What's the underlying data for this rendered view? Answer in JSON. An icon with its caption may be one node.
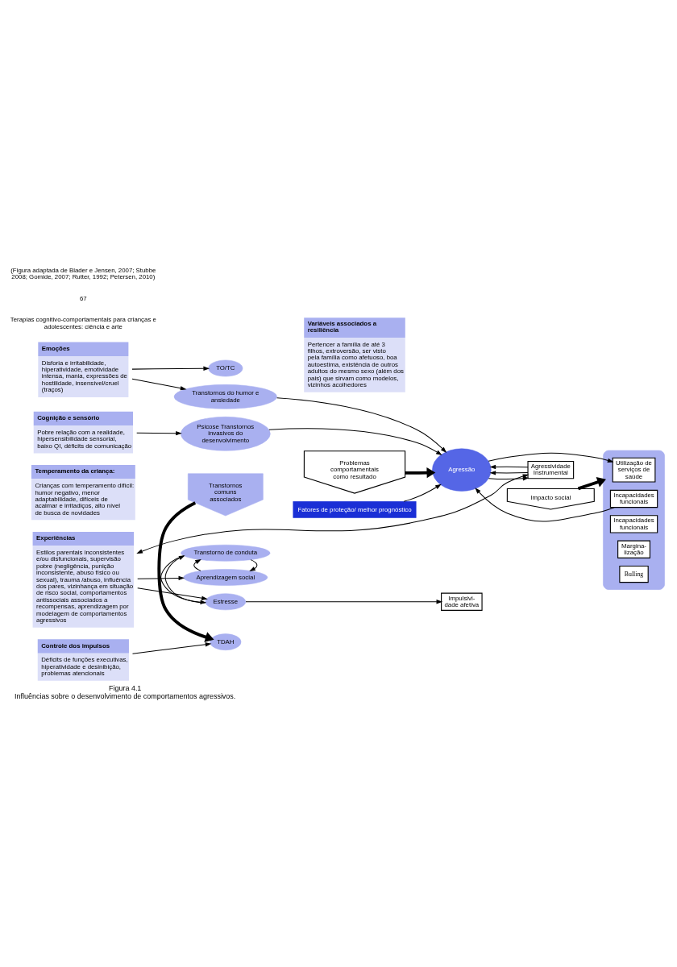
{
  "diagram": {
    "title": "Figura 4.1",
    "caption": "Influências sobre o desenvolvimento de comportamentos agressivos.",
    "nodes": [
      {
        "text": [
          "Temperamento da criança:",
          "Crianças com temperamento difícil: humor negativo, menor adaptabilidade, difíceis de acalmar e irritadiços, alto nível de busca de novidades"
        ]
      },
      {
        "text": [
          "Controle dos impulsos",
          "Déficits de funções executivas, hiperatividade e desinibição, problemas atencionais"
        ]
      },
      {
        "text": [
          "Emoções",
          "Disforia e irritabilidade, hiperatividade, emotividade intensa, mania, expressões de hostilidade, insensível/cruel (traços)"
        ]
      },
      {
        "text": [
          "Experiências",
          "Estilos parentais inconsistentes e/ou disfuncionais, supervisão pobre (negligência, punição inconsistente, abuso físico ou sexual), trauma /abuso, influência dos pares, vizinhança em situação de risco social, comportamentos antissociais associados a recompensas, aprendizagem por modelagem de comportamentos agressivos"
        ]
      },
      {
        "text": [
          "Cognição e sensório",
          "Pobre relação com a realidade, hipersensibilidade sensorial, baixo QI, déficits de comunicação"
        ]
      },
      {
        "text": [
          "Transtornos comuns associados"
        ]
      },
      {
        "text": [
          "TDAH"
        ]
      },
      {
        "text": [
          "TO/TC"
        ]
      },
      {
        "text": [
          "Transtornos do humor e ansiedade"
        ]
      },
      {
        "text": [
          "Estresse"
        ]
      },
      {
        "text": [
          "Transtorno de conduta"
        ]
      },
      {
        "text": [
          "Aprendizagem social"
        ]
      },
      {
        "text": [
          "Psicose Transtornos invasivos do desenvolvimento"
        ]
      },
      {
        "text": [
          "Agressão"
        ]
      },
      {
        "text": [
          "Impulsivi- dade afetiva"
        ]
      },
      {
        "text": [
          "Agressividade Instrumental"
        ]
      },
      {
        "text": [
          "Problemas comportamentais como resultado"
        ]
      },
      {
        "text": [
          "Impacto social"
        ]
      },
      {
        "text": [],
        "shape": "ellipse"
      },
      {
        "text": [
          "Utilização de serviços de saúde"
        ],
        "in": 18
      },
      {
        "text": [
          "Incapacidades funcionais"
        ],
        "in": 18
      },
      {
        "text": [
          "Incapacidades funcionais"
        ],
        "in": 18
      },
      {
        "text": [
          "Margina- lização"
        ],
        "in": 18
      },
      {
        "text": [
          "Bulling"
        ],
        "in": 18
      },
      {
        "text": [
          "Fatores de proteção/ melhor prognóstico"
        ]
      },
      {
        "text": [
          "Variáveis associados a resiliência",
          "Pertencer a família de até 3 filhos, extroversão, ser visto pela família como afetuoso, boa autoestima, existência de outros adultos do mesmo sexo (além dos pais) que sirvam como modelos, vizinhos acolhedores"
        ]
      }
    ],
    "edges": [
      {
        "from": 5,
        "to": 6,
        "arrow": "to",
        "style": "thick"
      },
      {
        "from": 1,
        "to": 6,
        "arrow": "to"
      },
      {
        "from": 2,
        "to": 7,
        "arrow": "to"
      },
      {
        "from": 2,
        "to": 8,
        "arrow": "to"
      },
      {
        "from": 3,
        "to": 9,
        "arrow": "to"
      },
      {
        "from": 3,
        "to": 11,
        "arrow": "to"
      },
      {
        "from": 4,
        "to": 12,
        "arrow": "to"
      },
      {
        "from": 9,
        "to": 10,
        "arrow": "to"
      },
      {
        "from": 10,
        "to": 9,
        "arrow": "to"
      },
      {
        "from": 10,
        "to": 11,
        "arrow": "to"
      },
      {
        "from": 11,
        "to": 10,
        "arrow": "to"
      },
      {
        "from": 9,
        "to": 14,
        "arrow": "to"
      },
      {
        "from": 8,
        "to": 13,
        "arrow": "to"
      },
      {
        "from": 12,
        "to": 13,
        "arrow": "to"
      },
      {
        "from": 15,
        "to": 3,
        "arrow": "both"
      },
      {
        "from": 24,
        "to": 13,
        "arrow": "to"
      },
      {
        "from": 16,
        "to": 13,
        "arrow": "to",
        "style": "thick"
      },
      {
        "from": 13,
        "to": 15,
        "arrow": "to"
      },
      {
        "from": 15,
        "to": 13,
        "arrow": "to"
      },
      {
        "from": 15,
        "to": 13,
        "arrow": "to"
      },
      {
        "from": 13,
        "to": 19,
        "arrow": "to"
      },
      {
        "from": 20,
        "to": 13,
        "arrow": "to"
      },
      {
        "from": 17,
        "to": 18,
        "arrow": "to",
        "style": "thick"
      }
    ],
    "labels": [
      "Terapias cognitivo-comportamentais para crianças e adolescentes: ciência e arte",
      "67",
      "(Figura adaptada de Blader e Jensen, 2007; Stubbe 2008; Gomide, 2007; Rutter, 1992; Petersen, 2010)"
    ]
  }
}
